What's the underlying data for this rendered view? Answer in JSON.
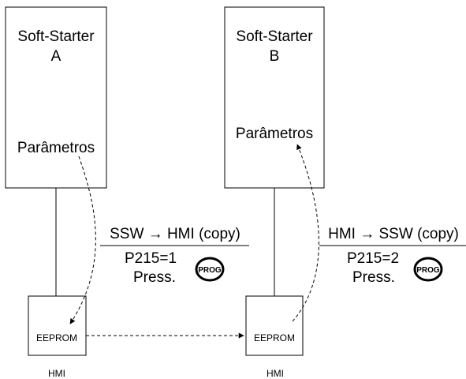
{
  "starter_a": {
    "title_line1": "Soft-Starter",
    "title_line2": "A",
    "param_label": "Parâmetros"
  },
  "starter_b": {
    "title_line1": "Soft-Starter",
    "title_line2": "B",
    "param_label": "Parâmetros"
  },
  "transfer_a": {
    "direction": "SSW → HMI (copy)",
    "parameter": "P215=1",
    "press_label": "Press."
  },
  "transfer_b": {
    "direction": "HMI → SSW (copy)",
    "parameter": "P215=2",
    "press_label": "Press."
  },
  "hmi_a": {
    "memory_label": "EEPROM",
    "caption": "HMI"
  },
  "hmi_b": {
    "memory_label": "EEPROM",
    "caption": "HMI"
  },
  "key_label": "PROG"
}
